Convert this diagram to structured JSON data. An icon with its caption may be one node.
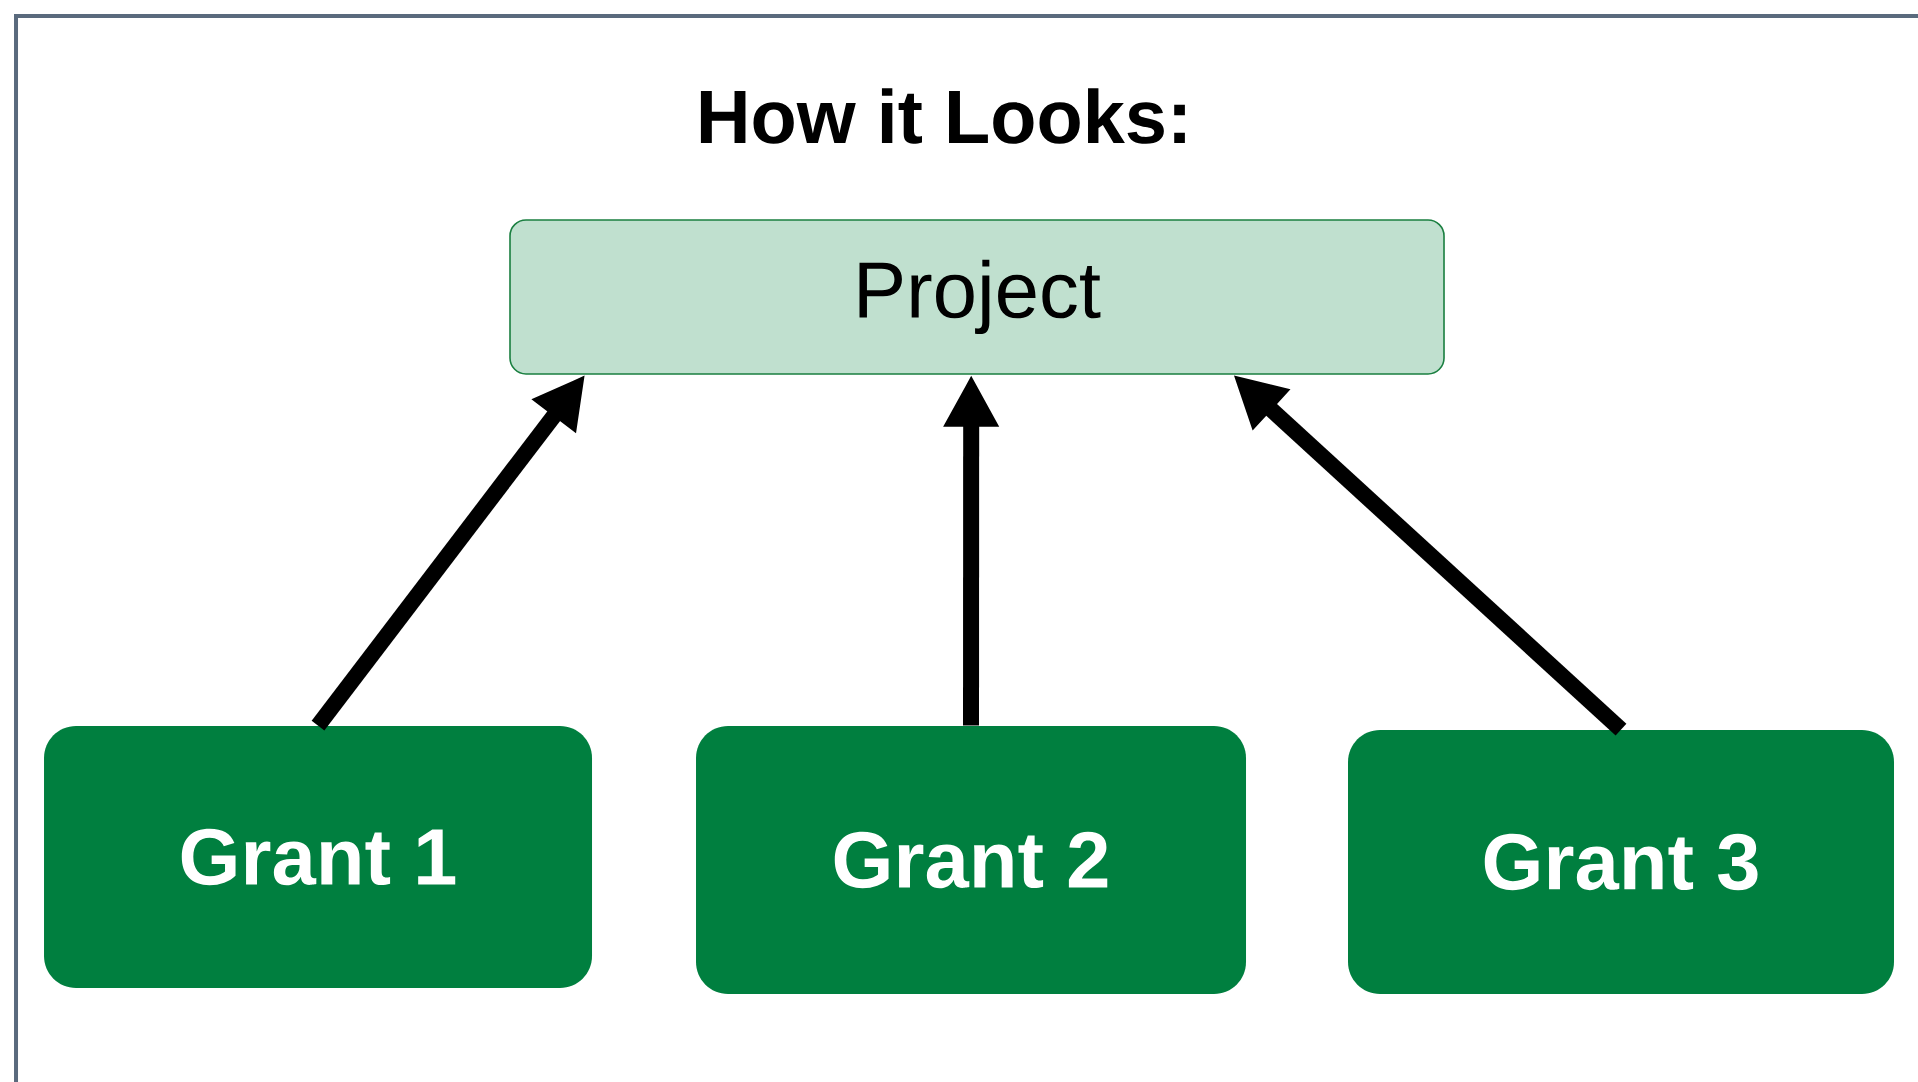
{
  "diagram": {
    "title": "How it Looks:",
    "nodes": [
      {
        "text": [
          "Project"
        ]
      },
      {
        "text": [
          "Grant 1"
        ]
      },
      {
        "text": [
          "Grant 2"
        ]
      },
      {
        "text": [
          "Grant 3"
        ]
      }
    ],
    "edges": [
      {
        "from": 1,
        "to": 0,
        "arrow": "to"
      },
      {
        "from": 2,
        "to": 0,
        "arrow": "to"
      },
      {
        "from": 3,
        "to": 0,
        "arrow": "to"
      }
    ]
  }
}
